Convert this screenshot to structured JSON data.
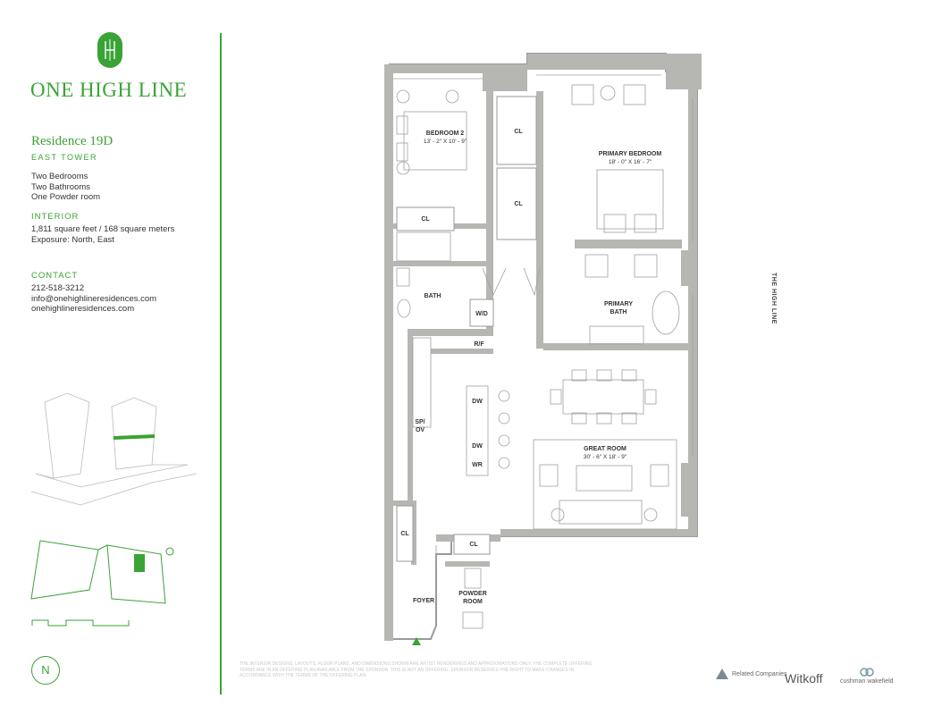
{
  "brand": {
    "name": "ONE HIGH LINE"
  },
  "residence": {
    "title": "Residence 19D",
    "tower": "EAST TOWER",
    "rooms": [
      "Two Bedrooms",
      "Two Bathrooms",
      "One Powder room"
    ]
  },
  "interior": {
    "heading": "INTERIOR",
    "area": "1,811 square feet / 168 square meters",
    "exposure": "Exposure: North, East"
  },
  "contact": {
    "heading": "CONTACT",
    "phone": "212-518-3212",
    "email": "info@onehighlineresidences.com",
    "website": "onehighlineresidences.com"
  },
  "compass": {
    "label": "N"
  },
  "plan": {
    "rooms": {
      "bedroom2": {
        "name": "BEDROOM 2",
        "dims": "13' - 2\" X 10' - 9\""
      },
      "primary_bedroom": {
        "name": "PRIMARY BEDROOM",
        "dims": "18' - 0\" X 16' - 7\""
      },
      "primary_bath": {
        "name": "PRIMARY",
        "name2": "BATH"
      },
      "bath": {
        "name": "BATH"
      },
      "great_room": {
        "name": "GREAT ROOM",
        "dims": "30' - 6\" X 18' - 9\""
      },
      "foyer": {
        "name": "FOYER"
      },
      "powder": {
        "name": "POWDER",
        "name2": "ROOM"
      }
    },
    "labels": {
      "cl": "CL",
      "wd": "W/D",
      "rf": "R/F",
      "sp": "SP/",
      "ov": "OV",
      "dw": "DW",
      "wr": "WR"
    },
    "high_line_label": "THE HIGH LINE"
  },
  "partners": {
    "related": "Related Companies",
    "witkoff": "Witkoff",
    "cw": "cushman wakefield"
  },
  "disclaimer": "THE INTERIOR DESIGNS, LAYOUTS, FLOOR PLANS, AND DIMENSIONS SHOWN ARE ARTIST RENDERINGS AND APPROXIMATIONS ONLY. THE COMPLETE OFFERING TERMS ARE IN AN OFFERING PLAN AVAILABLE FROM THE SPONSOR. THIS IS NOT AN OFFERING. SPONSOR RESERVES THE RIGHT TO MAKE CHANGES IN ACCORDANCE WITH THE TERMS OF THE OFFERING PLAN.",
  "colors": {
    "accent": "#3aa335",
    "wall": "#a9a9a5",
    "line": "#9a9a9a"
  }
}
